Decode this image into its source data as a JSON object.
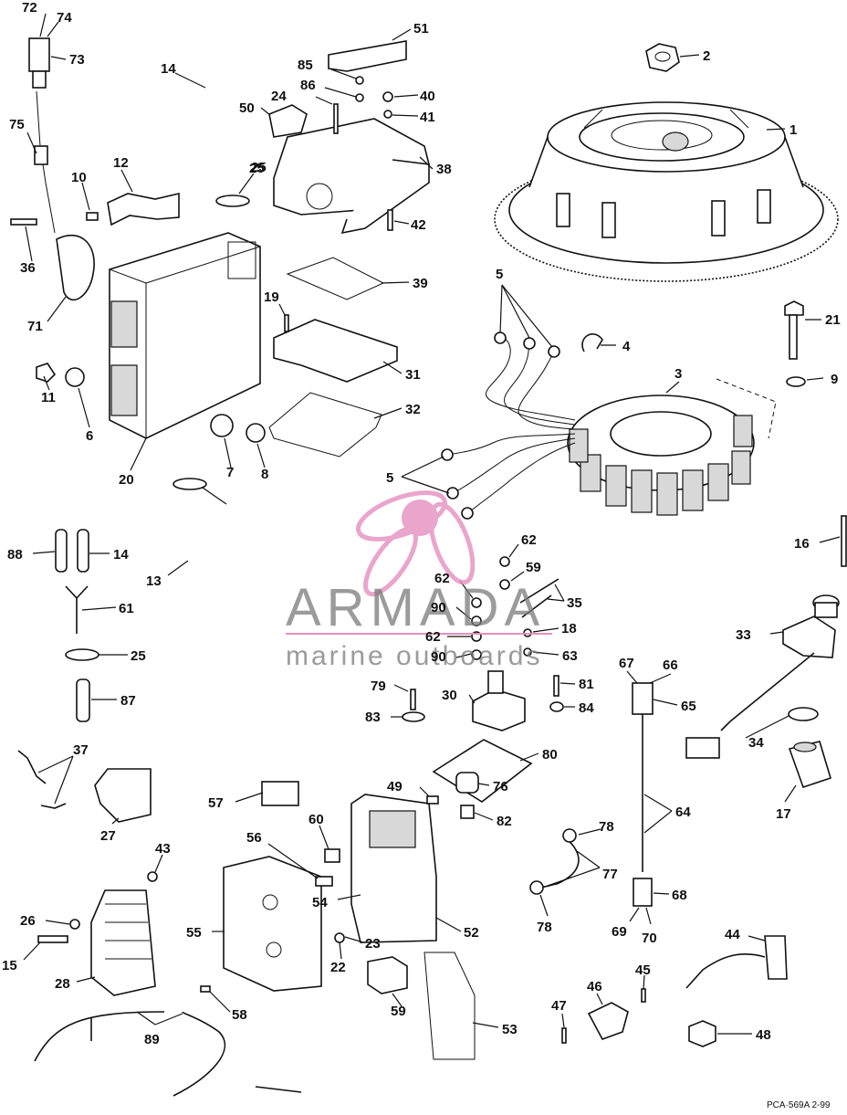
{
  "watermark": {
    "brand": "ARMADA",
    "tagline": "marine outboards",
    "logo_color": "#e58fc0",
    "text_color": "#7a7a7a"
  },
  "drawing_code": "PCA·569A  2-99",
  "labels": [
    {
      "text": "72"
    },
    {
      "text": "74"
    },
    {
      "text": "73"
    },
    {
      "text": "75"
    },
    {
      "text": "10"
    },
    {
      "text": "12"
    },
    {
      "text": "14"
    },
    {
      "text": "36"
    },
    {
      "text": "71"
    },
    {
      "text": "11"
    },
    {
      "text": "6"
    },
    {
      "text": "20"
    },
    {
      "text": "7"
    },
    {
      "text": "8"
    },
    {
      "text": "25"
    },
    {
      "text": "85"
    },
    {
      "text": "86"
    },
    {
      "text": "24"
    },
    {
      "text": "50"
    },
    {
      "text": "51"
    },
    {
      "text": "40"
    },
    {
      "text": "41"
    },
    {
      "text": "25"
    },
    {
      "text": "38"
    },
    {
      "text": "42"
    },
    {
      "text": "39"
    },
    {
      "text": "19"
    },
    {
      "text": "31"
    },
    {
      "text": "32"
    },
    {
      "text": "2"
    },
    {
      "text": "1"
    },
    {
      "text": "5"
    },
    {
      "text": "21"
    },
    {
      "text": "4"
    },
    {
      "text": "3"
    },
    {
      "text": "9"
    },
    {
      "text": "5"
    },
    {
      "text": "16"
    },
    {
      "text": "88"
    },
    {
      "text": "14"
    },
    {
      "text": "13"
    },
    {
      "text": "61"
    },
    {
      "text": "25"
    },
    {
      "text": "87"
    },
    {
      "text": "62"
    },
    {
      "text": "59"
    },
    {
      "text": "62"
    },
    {
      "text": "35"
    },
    {
      "text": "90"
    },
    {
      "text": "18"
    },
    {
      "text": "62"
    },
    {
      "text": "90"
    },
    {
      "text": "63"
    },
    {
      "text": "33"
    },
    {
      "text": "79"
    },
    {
      "text": "30"
    },
    {
      "text": "81"
    },
    {
      "text": "83"
    },
    {
      "text": "84"
    },
    {
      "text": "67"
    },
    {
      "text": "66"
    },
    {
      "text": "65"
    },
    {
      "text": "80"
    },
    {
      "text": "34"
    },
    {
      "text": "76"
    },
    {
      "text": "17"
    },
    {
      "text": "37"
    },
    {
      "text": "27"
    },
    {
      "text": "57"
    },
    {
      "text": "49"
    },
    {
      "text": "82"
    },
    {
      "text": "64"
    },
    {
      "text": "60"
    },
    {
      "text": "78"
    },
    {
      "text": "56"
    },
    {
      "text": "43"
    },
    {
      "text": "77"
    },
    {
      "text": "54"
    },
    {
      "text": "68"
    },
    {
      "text": "26"
    },
    {
      "text": "78"
    },
    {
      "text": "69"
    },
    {
      "text": "70"
    },
    {
      "text": "55"
    },
    {
      "text": "23"
    },
    {
      "text": "52"
    },
    {
      "text": "15"
    },
    {
      "text": "22"
    },
    {
      "text": "44"
    },
    {
      "text": "28"
    },
    {
      "text": "59"
    },
    {
      "text": "46"
    },
    {
      "text": "45"
    },
    {
      "text": "58"
    },
    {
      "text": "53"
    },
    {
      "text": "47"
    },
    {
      "text": "48"
    },
    {
      "text": "89"
    }
  ]
}
